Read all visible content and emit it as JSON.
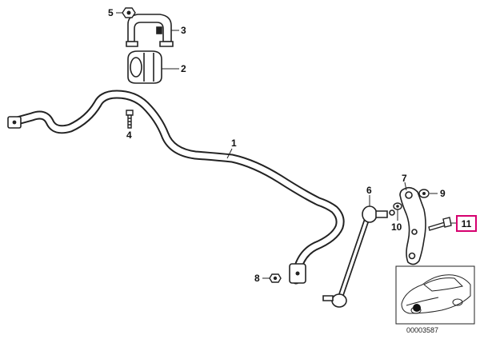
{
  "callouts": {
    "c1": "1",
    "c2": "2",
    "c3": "3",
    "c4": "4",
    "c5": "5",
    "c6": "6",
    "c7": "7",
    "c8": "8",
    "c9": "9",
    "c10": "10",
    "c11": "11"
  },
  "highlight_color": "#d6006f",
  "inset": {
    "doc_id": "00003587"
  }
}
